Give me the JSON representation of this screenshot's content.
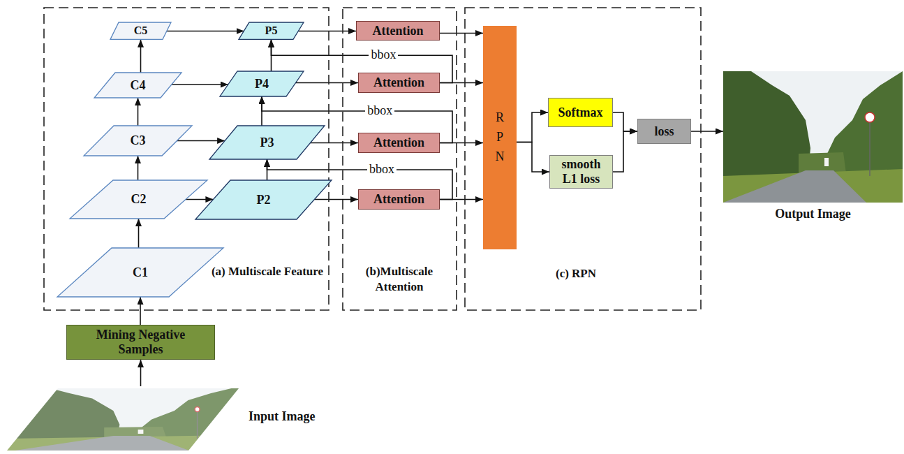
{
  "diagram": {
    "nodes": [
      {
        "text": [
          "(a) Multiscale Feature"
        ]
      },
      {
        "text": [
          "C5"
        ],
        "in": 0
      },
      {
        "text": [
          "P5"
        ],
        "in": 0
      },
      {
        "text": [
          "C4"
        ],
        "in": 0
      },
      {
        "text": [
          "P4"
        ],
        "in": 0
      },
      {
        "text": [
          "C3"
        ],
        "in": 0
      },
      {
        "text": [
          "P3"
        ],
        "in": 0
      },
      {
        "text": [
          "C2"
        ],
        "in": 0
      },
      {
        "text": [
          "P2"
        ],
        "in": 0
      },
      {
        "text": [
          "C1"
        ],
        "in": 0
      },
      {
        "text": [
          "(b)Multiscale Attention"
        ]
      },
      {
        "text": [
          "Attention"
        ],
        "in": 10
      },
      {
        "text": [
          "Attention"
        ],
        "in": 10
      },
      {
        "text": [
          "Attention"
        ],
        "in": 10
      },
      {
        "text": [
          "Attention"
        ],
        "in": 10
      },
      {
        "text": [
          "(c) RPN"
        ]
      },
      {
        "text": [
          "R P N"
        ],
        "in": 15
      },
      {
        "text": [
          "Softmax"
        ],
        "in": 15
      },
      {
        "text": [
          "smooth L1 loss"
        ],
        "in": 15
      },
      {
        "text": [
          "loss"
        ],
        "in": 15
      },
      {
        "text": [
          "Output Image"
        ]
      },
      {
        "text": [
          "Mining Negative Samples"
        ]
      },
      {
        "text": [
          "Input Image"
        ]
      }
    ],
    "edges": [
      {
        "from": 9,
        "to": 7,
        "arrow": "to"
      },
      {
        "from": 7,
        "to": 5,
        "arrow": "to"
      },
      {
        "from": 5,
        "to": 3,
        "arrow": "to"
      },
      {
        "from": 3,
        "to": 1,
        "arrow": "to"
      },
      {
        "from": 1,
        "to": 2,
        "arrow": "to"
      },
      {
        "from": 3,
        "to": 4,
        "arrow": "to"
      },
      {
        "from": 5,
        "to": 6,
        "arrow": "to"
      },
      {
        "from": 7,
        "to": 8,
        "arrow": "to"
      },
      {
        "from": 8,
        "to": 6,
        "arrow": "to"
      },
      {
        "from": 6,
        "to": 4,
        "arrow": "to"
      },
      {
        "from": 4,
        "to": 2,
        "arrow": "to"
      },
      {
        "from": 2,
        "to": 11,
        "arrow": "to"
      },
      {
        "from": 4,
        "to": 12,
        "arrow": "to"
      },
      {
        "from": 6,
        "to": 13,
        "arrow": "to"
      },
      {
        "from": 8,
        "to": 14,
        "arrow": "to"
      },
      {
        "from": 11,
        "to": 16,
        "arrow": "to"
      },
      {
        "from": 12,
        "to": 16,
        "arrow": "to"
      },
      {
        "from": 13,
        "to": 16,
        "arrow": "to"
      },
      {
        "from": 14,
        "to": 16,
        "arrow": "to"
      },
      {
        "from": 12,
        "to": 2,
        "label": "bbox",
        "arrow": "to"
      },
      {
        "from": 13,
        "to": 4,
        "label": "bbox",
        "arrow": "to"
      },
      {
        "from": 14,
        "to": 6,
        "label": "bbox",
        "arrow": "to"
      },
      {
        "from": 16,
        "to": 17,
        "arrow": "to"
      },
      {
        "from": 16,
        "to": 18,
        "arrow": "to"
      },
      {
        "from": 17,
        "to": 19,
        "arrow": "to"
      },
      {
        "from": 18,
        "to": 19,
        "arrow": "to"
      },
      {
        "from": 19,
        "to": 20,
        "arrow": "to"
      },
      {
        "from": 22,
        "to": 21,
        "arrow": "to"
      },
      {
        "from": 21,
        "to": 9,
        "arrow": "to"
      }
    ]
  }
}
